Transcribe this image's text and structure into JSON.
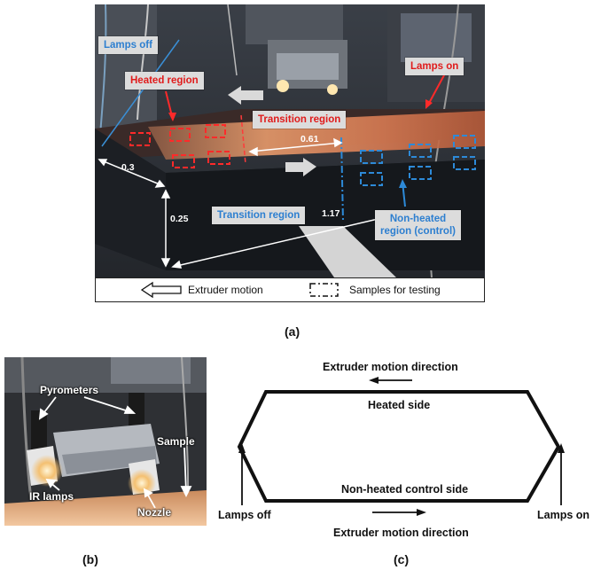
{
  "panel_a": {
    "labels": {
      "lamps_off": "Lamps off",
      "heated_region": "Heated region",
      "lamps_on": "Lamps on",
      "transition_region_top": "Transition region",
      "transition_region_bottom": "Transition region",
      "non_heated_region": "Non-heated region (control)",
      "non_heated_line1": "Non-heated",
      "non_heated_line2": "region (control)"
    },
    "dimensions": {
      "d_061": "0.61",
      "d_03": "0.3",
      "d_025": "0.25",
      "d_117": "1.17"
    },
    "legend": {
      "extruder_motion": "Extruder motion",
      "samples_for_testing": "Samples for testing"
    },
    "caption": "(a)"
  },
  "panel_b": {
    "labels": {
      "pyrometers": "Pyrometers",
      "sample": "Sample",
      "ir_lamps": "IR lamps",
      "nozzle": "Nozzle"
    },
    "caption": "(b)"
  },
  "panel_c": {
    "labels": {
      "top_direction": "Extruder motion direction",
      "heated_side": "Heated side",
      "non_heated_side": "Non-heated control side",
      "bottom_direction": "Extruder motion direction",
      "lamps_off": "Lamps off",
      "lamps_on": "Lamps on"
    },
    "caption": "(c)"
  },
  "colors": {
    "red_label": "#e01b1b",
    "blue_label": "#2d7fd0",
    "label_background": "#dcdcdc",
    "wall_dark": "#1c1f24",
    "heated_surface": "#d9825a"
  }
}
